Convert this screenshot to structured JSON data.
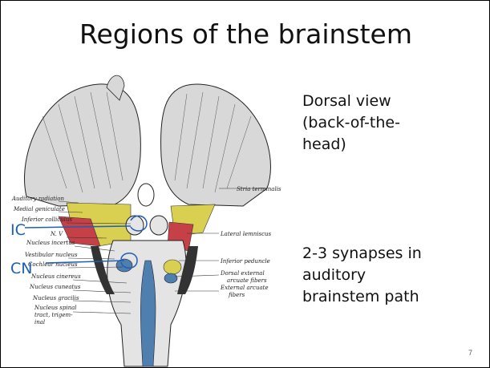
{
  "slide": {
    "title": "Regions of the brainstem",
    "view_text": [
      "Dorsal view",
      "(back-of-the-",
      "head)"
    ],
    "synapse_text": [
      "2-3 synapses in",
      "auditory",
      "brainstem path"
    ],
    "page_number": "7"
  },
  "figure": {
    "labels_left": [
      "Auditory radiation",
      "Medial geniculate",
      "Inferior colliculus",
      "N. V",
      "Nucleus incertus",
      "Vestibular nucleus",
      "Cochlear nucleus",
      "Nucleus cinereus",
      "Nucleus cuneatus",
      "Nucleus gracilis",
      "Nucleus spinal",
      "tract, trigem-",
      "inal"
    ],
    "labels_right": [
      "Stria terminalis",
      "Lateral lemniscus",
      "Inferior peduncle",
      "Dorsal external",
      "arcuate fibers",
      "External arcuate",
      "fibers"
    ],
    "handwritten": [
      "IC",
      "CN"
    ],
    "colors": {
      "yellow": "#d9cf50",
      "red": "#c64048",
      "blue": "#4f7fae",
      "ink": "#1e5eb5"
    }
  }
}
